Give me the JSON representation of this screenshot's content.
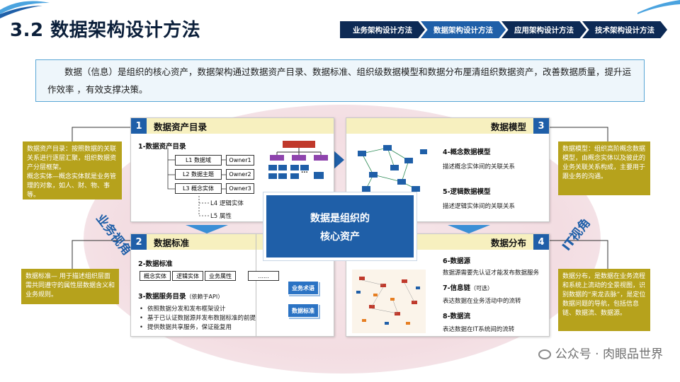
{
  "header": {
    "title": "3.2 数据架构设计方法",
    "nav": [
      "业务架构设计方法",
      "数据架构设计方法",
      "应用架构设计方法",
      "技术架构设计方法"
    ],
    "active_index": 1
  },
  "intro": {
    "text": "数据（信息）是组织的核心资产，数据架构通过数据资产目录、数据标准、组织级数据模型和数据分布厘清组织数据资产，改善数据质量，提升运作效率 ，有效支撑决策。"
  },
  "center": {
    "line1": "数据是组织的",
    "line2": "核心资产"
  },
  "vertical_labels": {
    "business": "业务视角",
    "it": "IT视角"
  },
  "panel1": {
    "num": "1",
    "title": "数据资产目录",
    "subtitle": "1-数据资产目录",
    "levels": [
      "L1 数据域",
      "L2 数据主题",
      "L3 概念实体",
      "L4 逻辑实体",
      "L5 属性"
    ],
    "owners": [
      "Owner1",
      "Owner2",
      "Owner3"
    ],
    "ellipsis": "..."
  },
  "panel2": {
    "num": "2",
    "title": "数据标准",
    "subtitle": "2-数据标准",
    "std_items": [
      "概念实体",
      "逻辑实体",
      "业务属性",
      "......"
    ],
    "service_title": "3-数据服务目录",
    "service_note": "（依赖于API）",
    "bullets": [
      "依照数据分发和发布框架设计",
      "基于已认证数据源并发布数据标准的前提",
      "提供数据共享服务，保证能复用"
    ],
    "tags": [
      "业务术语",
      "数据标准"
    ]
  },
  "panel3": {
    "num": "3",
    "title": "数据模型",
    "items": [
      {
        "title": "4-概念数据模型",
        "desc": "描述概念实体间的关联关系"
      },
      {
        "title": "5-逻辑数据模型",
        "desc": "描述逻辑实体间的关联关系"
      }
    ]
  },
  "panel4": {
    "num": "4",
    "title": "数据分布",
    "items": [
      {
        "title": "6-数据源",
        "note": "",
        "desc": "数据源需要先认证才能发布数据服务"
      },
      {
        "title": "7-信息链",
        "note": "（可选）",
        "desc": "表达数据在业务活动中的流转"
      },
      {
        "title": "8-数据流",
        "note": "",
        "desc": "表达数据在IT系统间的流转"
      }
    ]
  },
  "notes": {
    "top_left": "数据资产目录：按照数据的关联关系进行逐层汇聚，组织数据资产分层框架。\n概念实体—概念实体就是业务管理的对象，如人、财、物、事等。",
    "bottom_left": "数据标准— 用于描述组织层面需共同遵守的属性层数据含义和业务规则。",
    "top_right": "数据模型：组织高阶概念数据模型，由概念实体以及彼此的业务关联关系构成，主要用于跟业务的沟通。",
    "bottom_right": "数据分布，是数据在业务流程和系统上流动的全景视图，识别数据的“来龙去脉”，是定位数据问题的导航，包括信息链、数据流、数据源。"
  },
  "watermark": "公众号 · 肉眼品世界",
  "colors": {
    "navy": "#0d2a55",
    "accent": "#1f5fa8",
    "note_bg": "#b6a21c",
    "panel_header": "#f7f0bf"
  }
}
